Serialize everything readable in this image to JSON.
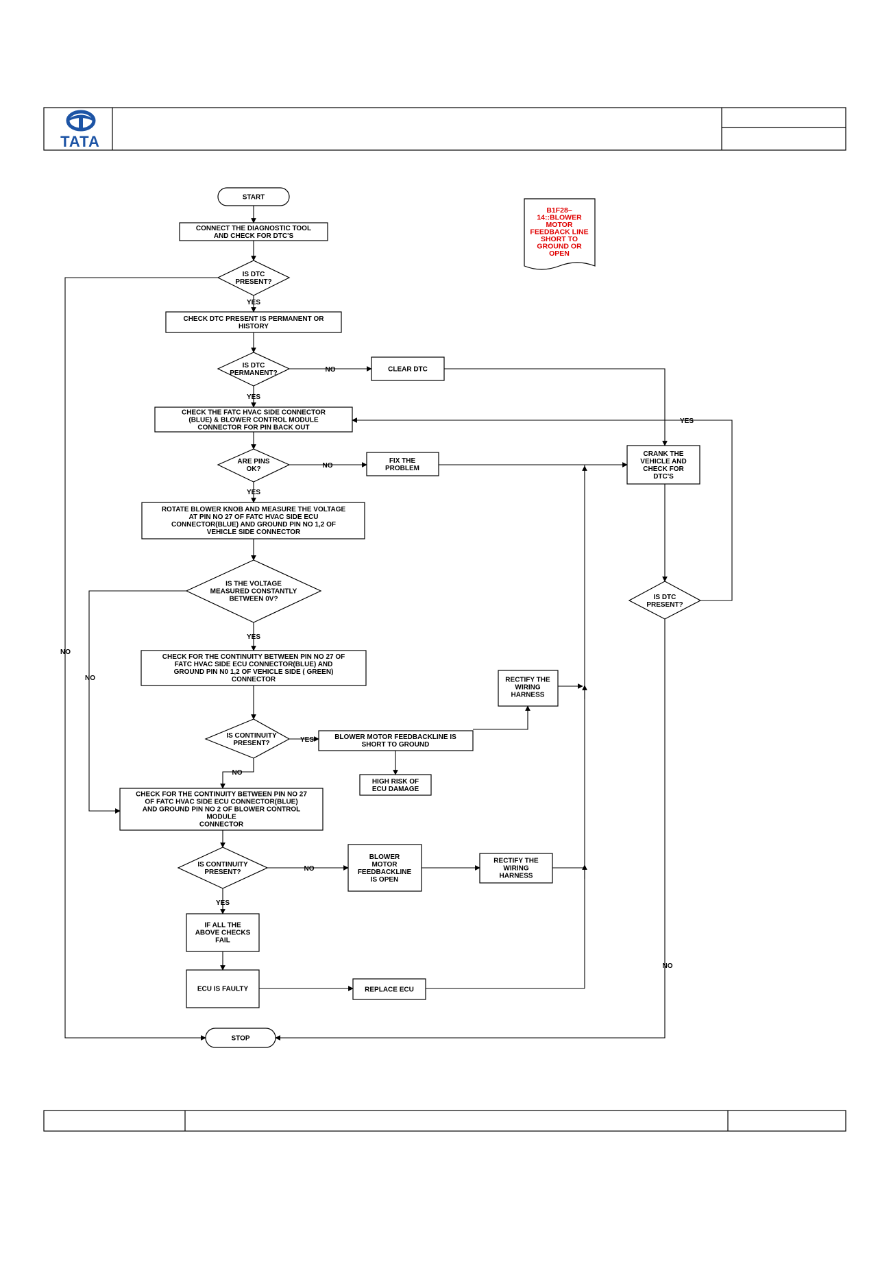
{
  "logo": {
    "text": "TATA",
    "color": "#1d54a5"
  },
  "dtc": {
    "lines": [
      "B1F28–",
      "14::BLOWER",
      "MOTOR",
      "FEEDBACK LINE",
      "SHORT TO",
      "GROUND OR",
      "OPEN"
    ],
    "color": "#e00000"
  },
  "nodes": {
    "start": [
      "START"
    ],
    "connect": [
      "CONNECT THE DIAGNOSTIC TOOL",
      "AND CHECK FOR  DTC'S"
    ],
    "dtc_present_1": [
      "IS  DTC",
      "PRESENT?"
    ],
    "check_perm": [
      "CHECK DTC  PRESENT IS PERMANENT OR",
      "HISTORY"
    ],
    "dtc_perm": [
      "IS  DTC",
      "PERMANENT?"
    ],
    "clear_dtc": [
      "CLEAR DTC"
    ],
    "check_conn": [
      "CHECK THE FATC HVAC SIDE CONNECTOR",
      "(BLUE) & BLOWER CONTROL MODULE",
      "CONNECTOR FOR PIN BACK OUT"
    ],
    "pins_ok": [
      "ARE PINS",
      "OK?"
    ],
    "fix_problem": [
      "FIX THE",
      "PROBLEM"
    ],
    "crank": [
      "CRANK THE",
      "VEHICLE AND",
      "CHECK FOR",
      "DTC'S"
    ],
    "rotate": [
      "ROTATE BLOWER KNOB AND MEASURE THE VOLTAGE",
      "AT PIN NO 27 OF FATC HVAC SIDE ECU",
      "CONNECTOR(BLUE) AND GROUND PIN NO 1,2 OF",
      "VEHICLE SIDE CONNECTOR"
    ],
    "voltage": [
      "IS  THE VOLTAGE",
      "MEASURED CONSTANTLY",
      "BETWEEN 0V?"
    ],
    "dtc_present_2": [
      "IS  DTC",
      "PRESENT?"
    ],
    "continuity_1": [
      "CHECK FOR THE CONTINUITY BETWEEN PIN NO 27 OF",
      "FATC HVAC SIDE ECU CONNECTOR(BLUE) AND",
      "GROUND PIN N0 1,2 OF VEHICLE SIDE ( GREEN)",
      "CONNECTOR"
    ],
    "rectify_1": [
      "RECTIFY THE",
      "WIRING",
      "HARNESS"
    ],
    "is_cont_1": [
      "IS CONTINUITY",
      "PRESENT?"
    ],
    "short_gnd": [
      "BLOWER MOTOR FEEDBACKLINE IS",
      "SHORT TO GROUND"
    ],
    "high_risk": [
      "HIGH RISK OF",
      "ECU DAMAGE"
    ],
    "continuity_2": [
      "CHECK FOR THE CONTINUITY BETWEEN PIN NO 27",
      "OF  FATC HVAC SIDE ECU CONNECTOR(BLUE)",
      "AND GROUND PIN NO 2 OF BLOWER CONTROL",
      "MODULE",
      "CONNECTOR"
    ],
    "is_cont_2": [
      "IS CONTINUITY",
      "PRESENT?"
    ],
    "fb_open": [
      "BLOWER",
      "MOTOR",
      "FEEDBACKLINE",
      "IS OPEN"
    ],
    "rectify_2": [
      "RECTIFY THE",
      "WIRING",
      "HARNESS"
    ],
    "all_fail": [
      "IF ALL THE",
      "ABOVE CHECKS",
      "FAIL"
    ],
    "ecu_faulty": [
      "ECU IS FAULTY"
    ],
    "replace_ecu": [
      "REPLACE ECU"
    ],
    "stop": [
      "STOP"
    ]
  },
  "edge_labels": {
    "yes_1": "YES",
    "yes_2": "YES",
    "yes_3": "YES",
    "yes_4": "YES",
    "yes_5": "YES",
    "yes_6": "YES",
    "yes_7": "YES",
    "no_1": "NO",
    "no_2": "NO",
    "no_3": "NO",
    "no_4": "NO",
    "no_5": "NO",
    "no_6": "NO",
    "no_7": "NO"
  }
}
